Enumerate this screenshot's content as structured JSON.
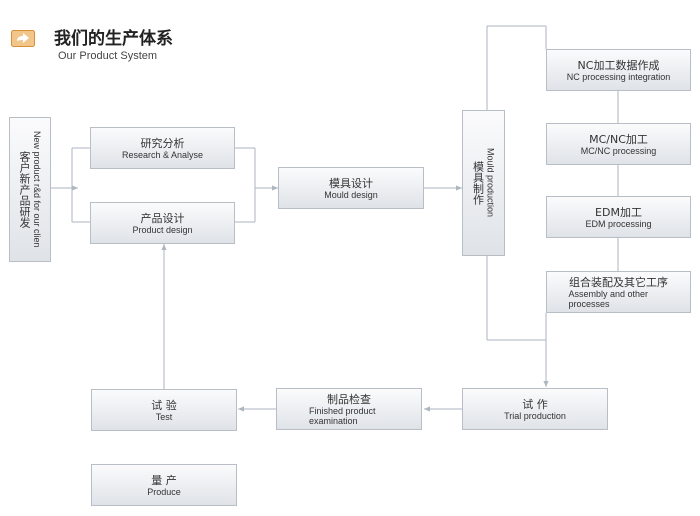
{
  "header": {
    "title": "我们的生产体系",
    "subtitle": "Our Product System",
    "icon": "arrow-badge-icon"
  },
  "nodes": {
    "new_product": {
      "cn": "客户新产品研发",
      "en": "New product r&d for our clien"
    },
    "research": {
      "cn": "研究分析",
      "en": "Research & Analyse"
    },
    "product_design": {
      "cn": "产品设计",
      "en": "Product design"
    },
    "mould_design": {
      "cn": "模具设计",
      "en": "Mould design"
    },
    "mould_production": {
      "cn": "模具制作",
      "en": "Mould production"
    },
    "nc_processing": {
      "cn": "NC加工数据作成",
      "en": "NC processing integration"
    },
    "mc_nc": {
      "cn": "MC/NC加工",
      "en": "MC/NC processing"
    },
    "edm": {
      "cn": "EDM加工",
      "en": "EDM processing"
    },
    "assembly": {
      "cn": "组合装配及其它工序",
      "en": "Assembly and other processes"
    },
    "trial": {
      "cn": "试 作",
      "en": "Trial production"
    },
    "finished_exam": {
      "cn": "制品检查",
      "en": "Finished product examination"
    },
    "test": {
      "cn": "试 验",
      "en": "Test"
    },
    "produce": {
      "cn": "量 产",
      "en": "Produce"
    }
  },
  "colors": {
    "line": "#aeb6c0",
    "box_border": "#b8bec6",
    "box_top": "#fbfbfc",
    "box_bottom": "#dfe3e8",
    "icon": "#e8a34a"
  }
}
